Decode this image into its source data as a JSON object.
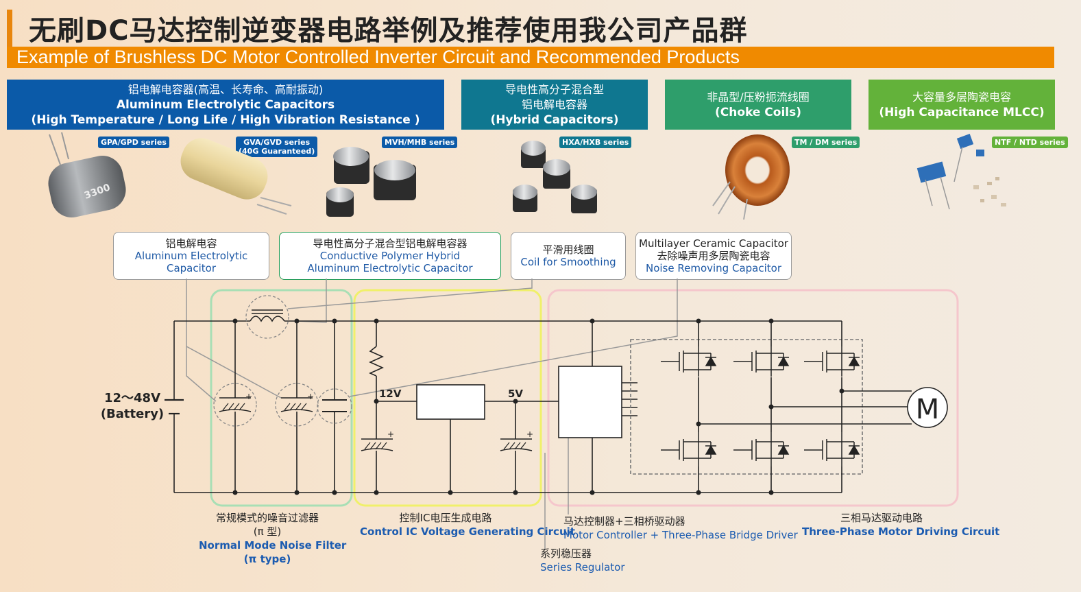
{
  "header": {
    "title_zh": "无刷DC马达控制逆变器电路举例及推荐使用我公司产品群",
    "title_en": "Example of Brushless DC Motor Controlled Inverter Circuit and Recommended Products"
  },
  "categories": [
    {
      "line1": "铝电解电容器(高温、长寿命、高耐振动)",
      "line2": "Aluminum Electrolytic Capacitors",
      "line3": "(High Temperature / Long Life / High Vibration Resistance )",
      "color": "#0b5aa8"
    },
    {
      "line1": "导电性高分子混合型",
      "line2": "铝电解电容器",
      "line3": "(Hybrid Capacitors)",
      "color": "#0f7790"
    },
    {
      "line1": "非晶型/压粉扼流线圈",
      "line2": "(Choke Coils)",
      "color": "#2e9e6b"
    },
    {
      "line1": "大容量多层陶瓷电容",
      "line2": "(High Capacitance MLCC)",
      "color": "#63b23a"
    }
  ],
  "series_badges": [
    {
      "text": "GPA/GPD series"
    },
    {
      "text": "GVA/GVD series",
      "text2": "(40G Guaranteed)"
    },
    {
      "text": "MVH/MHB series"
    },
    {
      "text": "HXA/HXB series"
    },
    {
      "text": "TM / DM series"
    },
    {
      "text": "NTF / NTD series"
    }
  ],
  "callouts": {
    "alu": {
      "zh": "铝电解电容",
      "en": "Aluminum Electrolytic Capacitor"
    },
    "hybrid": {
      "zh": "导电性高分子混合型铝电解电容器",
      "en1": "Conductive Polymer Hybrid",
      "en2": "Aluminum Electrolytic Capacitor"
    },
    "coil": {
      "zh": "平滑用线圈",
      "en": "Coil for Smoothing"
    },
    "mlcc": {
      "en": "Multilayer Ceramic Capacitor",
      "zh": "去除噪声用多层陶瓷电容",
      "en2": "Noise Removing Capacitor"
    }
  },
  "circuit": {
    "battery_v": "12～48V",
    "battery_label": "(Battery)",
    "v12": "12V",
    "v5": "5V",
    "motor": "M"
  },
  "section_labels": {
    "filter": {
      "zh1": "常规模式的噪音过滤器",
      "zh2": "(π 型)",
      "en1": "Normal Mode Noise Filter",
      "en2": "(π type)"
    },
    "control": {
      "zh": "控制IC电压生成电路",
      "en": "Control IC Voltage Generating Circuit"
    },
    "regulator": {
      "zh": "系列稳压器",
      "en": "Series Regulator"
    },
    "controller": {
      "zh": "马达控制器+三相桥驱动器",
      "en": "Motor Controller + Three-Phase Bridge Driver"
    },
    "drive": {
      "zh": "三相马达驱动电路",
      "en": "Three-Phase Motor Driving Circuit"
    }
  }
}
